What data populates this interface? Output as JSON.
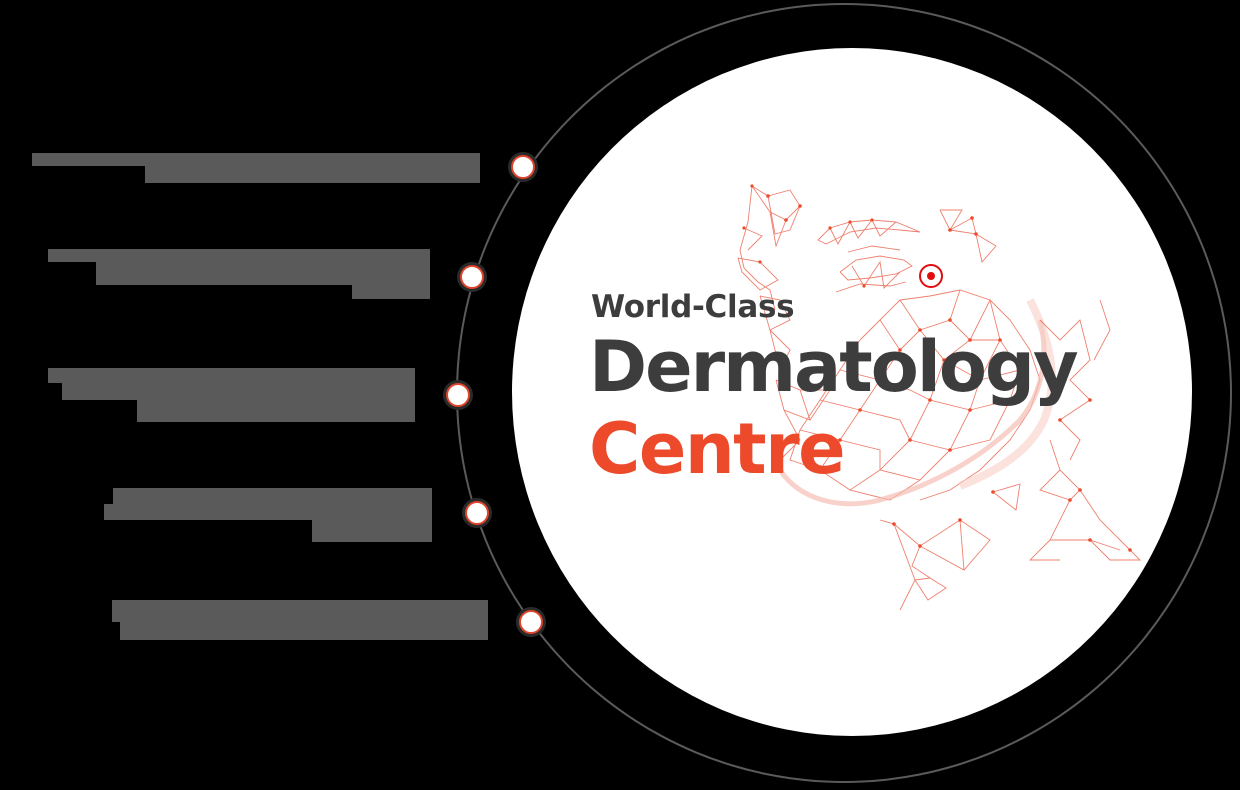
{
  "headline": {
    "line1": "World-Class",
    "line2": "Dermatology",
    "line3": "Centre"
  },
  "colors": {
    "background": "#000000",
    "disc": "#ffffff",
    "ring": "#5a5a5a",
    "headline_dark": "#3d3d3d",
    "headline_accent": "#ec4a2b",
    "marker_border": "#e0442c",
    "mesh": "#ec6a55",
    "eye_target": "#e10d0d",
    "redacted_text": "#5a5a5a"
  },
  "features": [
    {
      "id": 1,
      "label": "",
      "redacted": true
    },
    {
      "id": 2,
      "label": "",
      "redacted": true
    },
    {
      "id": 3,
      "label": "",
      "redacted": true
    },
    {
      "id": 4,
      "label": "",
      "redacted": true
    },
    {
      "id": 5,
      "label": "",
      "redacted": true
    }
  ],
  "icons": {
    "face_illustration": "low-poly-face-mesh",
    "eye_marker": "target-icon",
    "feature_marker": "ring-dot-icon"
  }
}
